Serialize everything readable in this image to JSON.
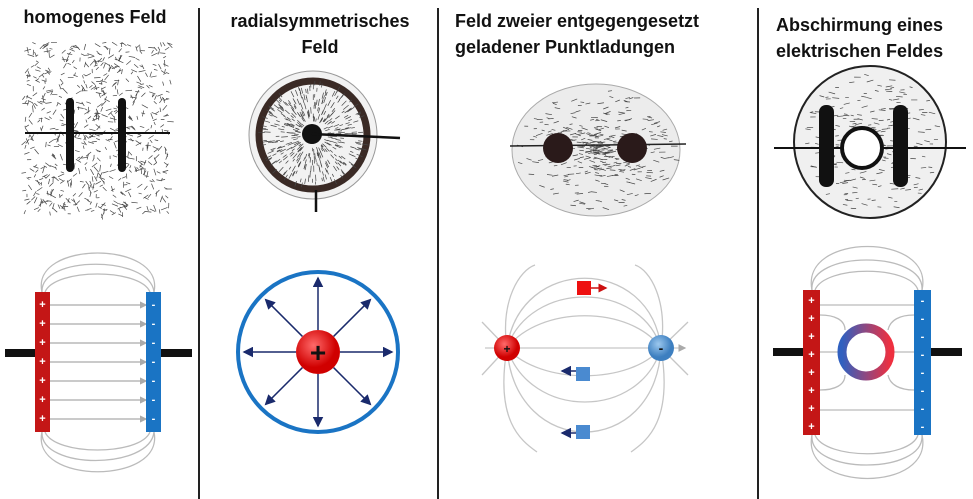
{
  "columns": [
    {
      "title": "homogenes Feld"
    },
    {
      "title_line1": "radialsymmetrisches",
      "title_line2": "Feld"
    },
    {
      "title_line1": "Feld zweier entgegengesetzt",
      "title_line2": "geladener Punktladungen"
    },
    {
      "title_line1": "Abschirmung eines",
      "title_line2": "elektrischen Feldes"
    }
  ],
  "charges": {
    "positive_sign": "+",
    "negative_sign": "-"
  },
  "colors": {
    "positive": "#cc1010",
    "negative": "#1a74c4",
    "field_line": "#b8b8b8",
    "arrow_dark": "#1a2a6c"
  }
}
